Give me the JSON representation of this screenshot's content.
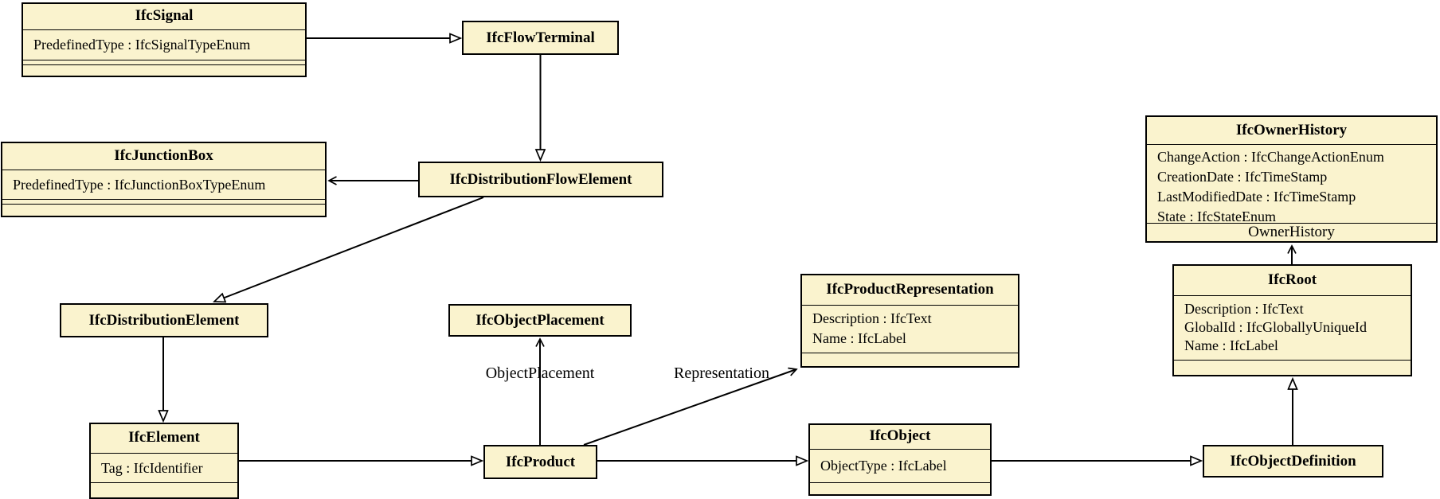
{
  "diagram": {
    "classes": {
      "signal": {
        "name": "IfcSignal",
        "attributes": [
          "PredefinedType : IfcSignalTypeEnum"
        ]
      },
      "flow_terminal": {
        "name": "IfcFlowTerminal"
      },
      "junction_box": {
        "name": "IfcJunctionBox",
        "attributes": [
          "PredefinedType : IfcJunctionBoxTypeEnum"
        ]
      },
      "distribution_flow_element": {
        "name": "IfcDistributionFlowElement"
      },
      "owner_history": {
        "name": "IfcOwnerHistory",
        "attributes": [
          "ChangeAction : IfcChangeActionEnum",
          "CreationDate : IfcTimeStamp",
          "LastModifiedDate : IfcTimeStamp",
          "State : IfcStateEnum"
        ]
      },
      "distribution_element": {
        "name": "IfcDistributionElement"
      },
      "object_placement": {
        "name": "IfcObjectPlacement"
      },
      "product_representation": {
        "name": "IfcProductRepresentation",
        "attributes": [
          "Description : IfcText",
          "Name : IfcLabel"
        ]
      },
      "root": {
        "name": "IfcRoot",
        "attributes": [
          "Description : IfcText",
          "GlobalId : IfcGloballyUniqueId",
          "Name : IfcLabel"
        ]
      },
      "element": {
        "name": "IfcElement",
        "attributes": [
          "Tag : IfcIdentifier"
        ]
      },
      "product": {
        "name": "IfcProduct"
      },
      "object": {
        "name": "IfcObject",
        "attributes": [
          "ObjectType : IfcLabel"
        ]
      },
      "object_definition": {
        "name": "IfcObjectDefinition"
      }
    },
    "association_labels": {
      "object_placement": "ObjectPlacement",
      "representation": "Representation",
      "owner_history": "OwnerHistory"
    },
    "colors": {
      "box_fill": "#faf3ce",
      "box_border": "#000000",
      "background": "#ffffff"
    }
  }
}
